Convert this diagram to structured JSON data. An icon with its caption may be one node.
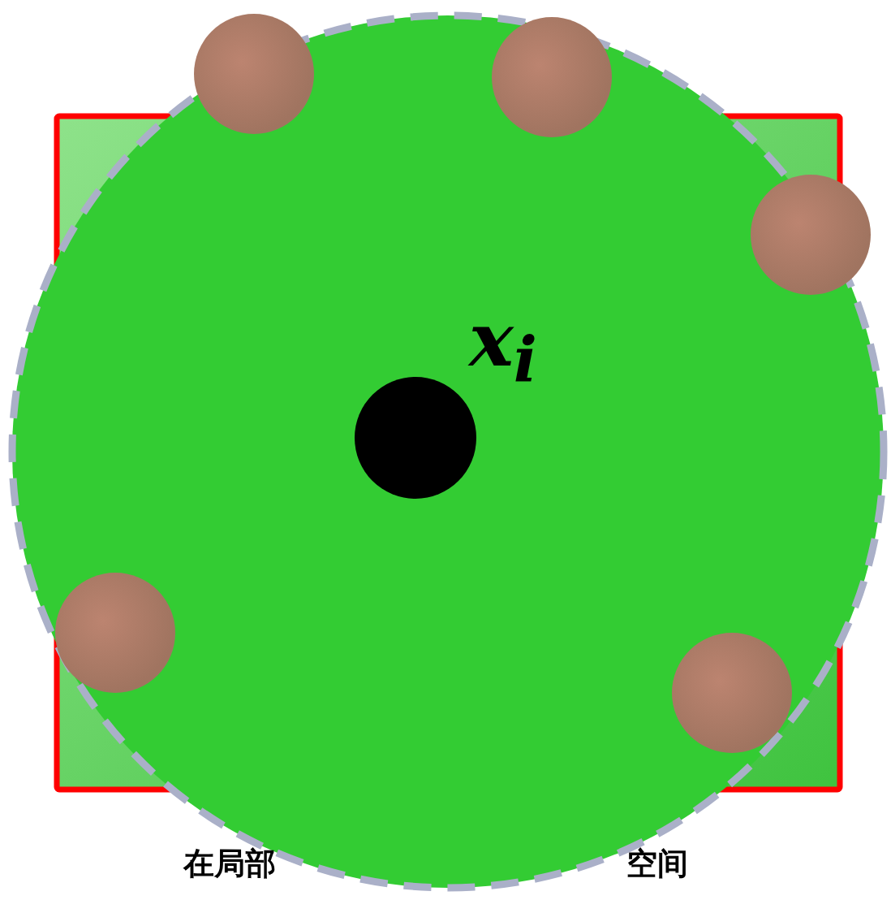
{
  "diagram": {
    "labels": [
      "x$_{i}$",
      "在局部",
      "空间"
    ]
  }
}
